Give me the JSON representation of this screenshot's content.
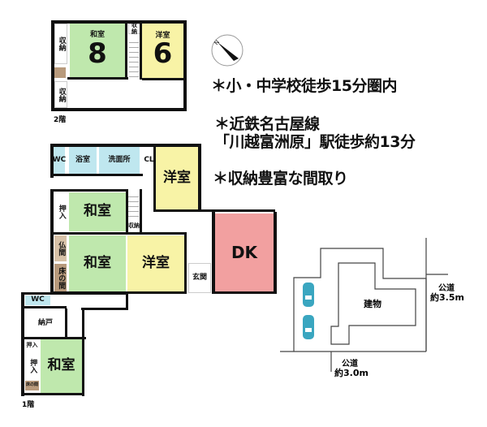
{
  "floor2": {
    "label": "2階",
    "rooms": {
      "washitsu": "和室",
      "washitsu_size": "8",
      "youshitsu": "洋室",
      "youshitsu_size": "6",
      "closet_top": "収納",
      "closet_left1": "収納",
      "closet_left2": "収納"
    }
  },
  "floor1": {
    "label": "1階",
    "rooms": {
      "wc1": "WC",
      "bath": "浴室",
      "washroom": "洗面所",
      "cl": "CL",
      "youshitsu1": "洋室",
      "washitsu1": "和室",
      "oshiire1": "押入",
      "shuno": "収納",
      "butsuma": "仏間",
      "tokonoma1": "床の間",
      "washitsu2": "和室",
      "youshitsu2": "洋室",
      "genkan": "玄関",
      "dk": "DK",
      "wc2": "WC",
      "nando": "納戸",
      "oshiire2": "押入",
      "oshiire3": "押入",
      "tokonoma2": "床の間",
      "washitsu3": "和室"
    }
  },
  "features": [
    "＊小・中学校徒歩15分圏内",
    "＊近鉄名古屋線",
    "「川越富洲原」駅徒歩約13分",
    "＊収納豊富な間取り"
  ],
  "compass": {
    "label": "N"
  },
  "site_plan": {
    "building": "建物",
    "road_east": {
      "name": "公道",
      "width": "約3.5m"
    },
    "road_south": {
      "name": "公道",
      "width": "約3.0m"
    },
    "parking_cars": 2,
    "car_color": "#3aa6c0"
  },
  "colors": {
    "washitsu": "#bfe8ad",
    "youshitsu": "#f8f3a6",
    "dk": "#f2a0a0",
    "water": "#bfe7ef"
  }
}
